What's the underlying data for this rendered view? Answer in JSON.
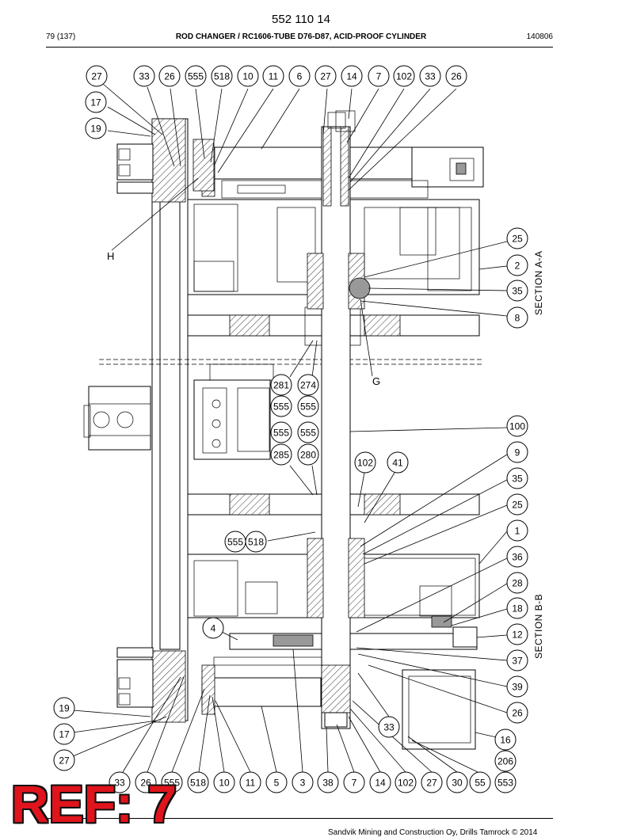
{
  "header": {
    "doc_number": "552 110 14",
    "page_ref": "79 (137)",
    "title": "ROD CHANGER / RC1606-TUBE D76-D87, ACID-PROOF CYLINDER",
    "date_code": "140806"
  },
  "drawing": {
    "section_a_label": "SECTION A-A",
    "section_b_label": "SECTION B-B",
    "detail_h": "H",
    "detail_g": "G",
    "balloons": [
      {
        "id": "b1",
        "label": "27"
      },
      {
        "id": "b2",
        "label": "33"
      },
      {
        "id": "b3",
        "label": "26"
      },
      {
        "id": "b4",
        "label": "555"
      },
      {
        "id": "b5",
        "label": "518"
      },
      {
        "id": "b6",
        "label": "10"
      },
      {
        "id": "b7",
        "label": "11"
      },
      {
        "id": "b8",
        "label": "6"
      },
      {
        "id": "b9",
        "label": "27"
      },
      {
        "id": "b10",
        "label": "14"
      },
      {
        "id": "b11",
        "label": "7"
      },
      {
        "id": "b12",
        "label": "102"
      },
      {
        "id": "b13",
        "label": "33"
      },
      {
        "id": "b14",
        "label": "26"
      },
      {
        "id": "b15",
        "label": "17"
      },
      {
        "id": "b16",
        "label": "19"
      },
      {
        "id": "b17",
        "label": "25"
      },
      {
        "id": "b18",
        "label": "2"
      },
      {
        "id": "b19",
        "label": "35"
      },
      {
        "id": "b20",
        "label": "8"
      },
      {
        "id": "b21",
        "label": "281"
      },
      {
        "id": "b22",
        "label": "274"
      },
      {
        "id": "b23",
        "label": "555"
      },
      {
        "id": "b24",
        "label": "555"
      },
      {
        "id": "b25",
        "label": "555"
      },
      {
        "id": "b26",
        "label": "555"
      },
      {
        "id": "b27",
        "label": "285"
      },
      {
        "id": "b28",
        "label": "280"
      },
      {
        "id": "b29",
        "label": "100"
      },
      {
        "id": "b30",
        "label": "102"
      },
      {
        "id": "b31",
        "label": "41"
      },
      {
        "id": "b32",
        "label": "9"
      },
      {
        "id": "b33",
        "label": "35"
      },
      {
        "id": "b34",
        "label": "25"
      },
      {
        "id": "b35",
        "label": "1"
      },
      {
        "id": "b36",
        "label": "555"
      },
      {
        "id": "b37",
        "label": "518"
      },
      {
        "id": "b38",
        "label": "36"
      },
      {
        "id": "b39",
        "label": "28"
      },
      {
        "id": "b40",
        "label": "18"
      },
      {
        "id": "b41",
        "label": "4"
      },
      {
        "id": "b42",
        "label": "12"
      },
      {
        "id": "b43",
        "label": "37"
      },
      {
        "id": "b44",
        "label": "39"
      },
      {
        "id": "b45",
        "label": "26"
      },
      {
        "id": "b46",
        "label": "19"
      },
      {
        "id": "b47",
        "label": "33"
      },
      {
        "id": "b48",
        "label": "17"
      },
      {
        "id": "b49",
        "label": "16"
      },
      {
        "id": "b50",
        "label": "27"
      },
      {
        "id": "b51",
        "label": "206"
      },
      {
        "id": "b52",
        "label": "33"
      },
      {
        "id": "b53",
        "label": "26"
      },
      {
        "id": "b54",
        "label": "555"
      },
      {
        "id": "b55",
        "label": "518"
      },
      {
        "id": "b56",
        "label": "10"
      },
      {
        "id": "b57",
        "label": "11"
      },
      {
        "id": "b58",
        "label": "5"
      },
      {
        "id": "b59",
        "label": "3"
      },
      {
        "id": "b60",
        "label": "38"
      },
      {
        "id": "b61",
        "label": "7"
      },
      {
        "id": "b62",
        "label": "14"
      },
      {
        "id": "b63",
        "label": "102"
      },
      {
        "id": "b64",
        "label": "27"
      },
      {
        "id": "b65",
        "label": "30"
      },
      {
        "id": "b66",
        "label": "55"
      },
      {
        "id": "b67",
        "label": "553"
      }
    ]
  },
  "stamp": {
    "text": "REF: 7",
    "color": "#e0141c"
  },
  "footer": {
    "copyright": "Sandvik Mining and Construction Oy, Drills Tamrock © 2014"
  }
}
